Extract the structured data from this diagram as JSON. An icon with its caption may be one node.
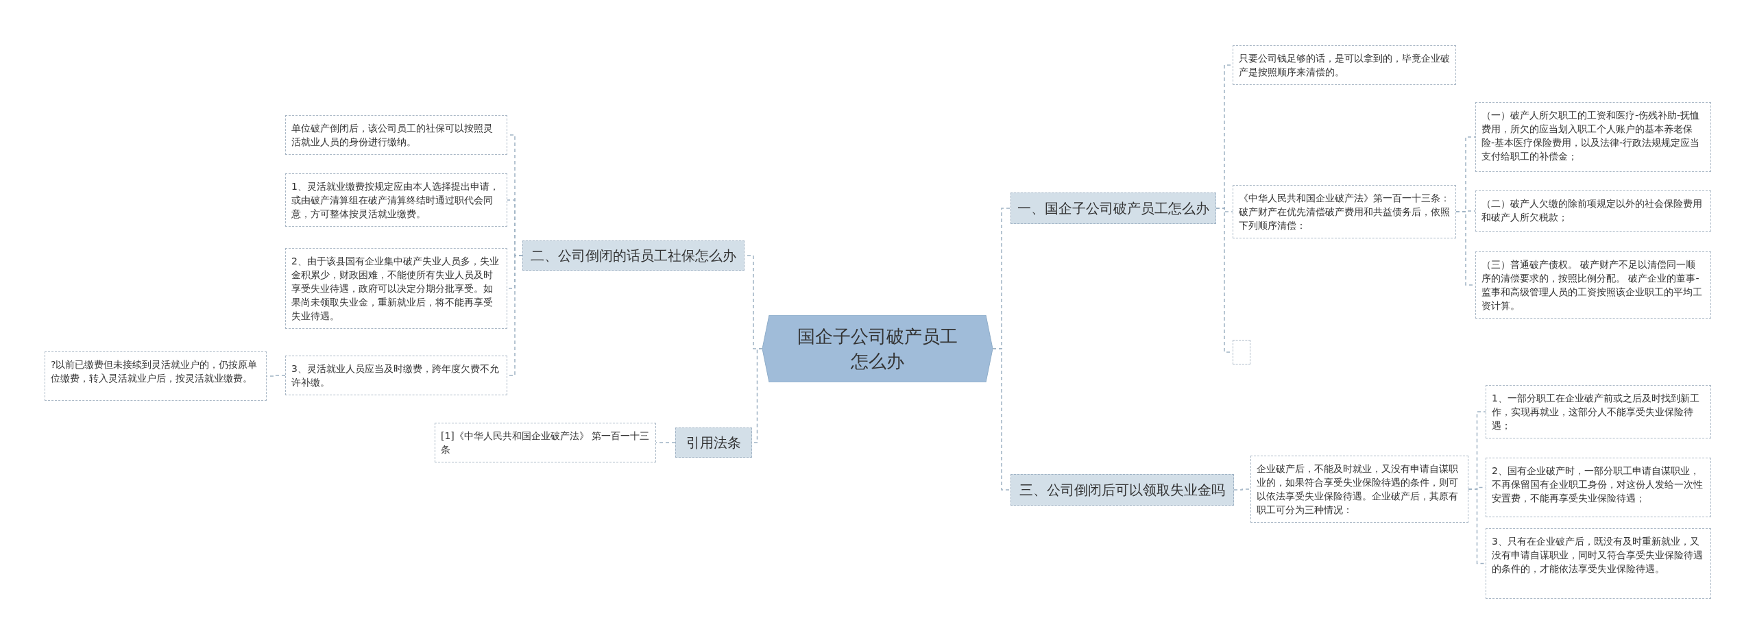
{
  "diagram": {
    "nodes": [
      {
        "text": [
          "国企子公司破产员工怎么办"
        ]
      },
      {
        "text": [
          "一、国企子公司破产员工怎么办"
        ]
      },
      {
        "text": [
          "只要公司钱足够的话，是可以拿到的，毕竟企业破产是按照顺序来清偿的。"
        ]
      },
      {
        "text": [
          "《中华人民共和国企业破产法》第一百一十三条：破产财产在优先清偿破产费用和共益债务后，依照下列顺序清偿："
        ]
      },
      {
        "text": [
          "（一）破产人所欠职工的工资和医疗-伤残补助-抚恤费用，所欠的应当划入职工个人账户的基本养老保险-基本医疗保险费用，以及法律-行政法规规定应当支付给职工的补偿金；"
        ]
      },
      {
        "text": [
          "（二）破产人欠缴的除前项规定以外的社会保险费用和破产人所欠税款；"
        ]
      },
      {
        "text": [
          "（三）普通破产债权。 破产财产不足以清偿同一顺序的清偿要求的，按照比例分配。 破产企业的董事-监事和高级管理人员的工资按照该企业职工的平均工资计算。"
        ]
      },
      {
        "text": [],
        "shape": "box"
      },
      {
        "text": [
          "三、公司倒闭后可以领取失业金吗"
        ]
      },
      {
        "text": [
          "企业破产后，不能及时就业，又没有申请自谋职业的，如果符合享受失业保险待遇的条件，则可以依法享受失业保险待遇。企业破产后，其原有职工可分为三种情况："
        ]
      },
      {
        "text": [
          "1、一部分职工在企业破产前或之后及时找到新工作，实现再就业，这部分人不能享受失业保险待遇；"
        ]
      },
      {
        "text": [
          "2、国有企业破产时，一部分职工申请自谋职业，不再保留国有企业职工身份，对这份人发给一次性安置费，不能再享受失业保险待遇；"
        ]
      },
      {
        "text": [
          "3、只有在企业破产后，既没有及时重新就业，又没有申请自谋职业，同时又符合享受失业保险待遇的条件的，才能依法享受失业保险待遇。"
        ]
      },
      {
        "text": [
          "二、公司倒闭的话员工社保怎么办"
        ]
      },
      {
        "text": [
          "单位破产倒闭后，该公司员工的社保可以按照灵活就业人员的身份进行缴纳。"
        ]
      },
      {
        "text": [
          "1、灵活就业缴费按规定应由本人选择提出申请，或由破产清算组在破产清算终结时通过职代会同意，方可整体按灵活就业缴费。"
        ]
      },
      {
        "text": [
          "2、由于该县国有企业集中破产失业人员多，失业金积累少，财政困难，不能使所有失业人员及时享受失业待遇，政府可以决定分期分批享受。如果尚未领取失业金，重新就业后，将不能再享受失业待遇。"
        ]
      },
      {
        "text": [
          "3、灵活就业人员应当及时缴费，跨年度欠费不允许补缴。"
        ]
      },
      {
        "text": [
          "?以前已缴费但未接续到灵活就业户的，仍按原单位缴费，转入灵活就业户后，按灵活就业缴费。"
        ]
      },
      {
        "text": [
          "引用法条"
        ]
      },
      {
        "text": [
          "[1]《中华人民共和国企业破产法》 第一百一十三条"
        ]
      }
    ],
    "edges": [
      {
        "from": 0,
        "to": 1,
        "arrow": "none",
        "style": "dashed"
      },
      {
        "from": 1,
        "to": 2,
        "arrow": "none",
        "style": "dashed"
      },
      {
        "from": 1,
        "to": 3,
        "arrow": "none",
        "style": "dashed"
      },
      {
        "from": 3,
        "to": 4,
        "arrow": "none",
        "style": "dashed"
      },
      {
        "from": 3,
        "to": 5,
        "arrow": "none",
        "style": "dashed"
      },
      {
        "from": 3,
        "to": 6,
        "arrow": "none",
        "style": "dashed"
      },
      {
        "from": 1,
        "to": 7,
        "arrow": "none",
        "style": "dashed"
      },
      {
        "from": 0,
        "to": 8,
        "arrow": "none",
        "style": "dashed"
      },
      {
        "from": 8,
        "to": 9,
        "arrow": "none",
        "style": "dashed"
      },
      {
        "from": 9,
        "to": 10,
        "arrow": "none",
        "style": "dashed"
      },
      {
        "from": 9,
        "to": 11,
        "arrow": "none",
        "style": "dashed"
      },
      {
        "from": 9,
        "to": 12,
        "arrow": "none",
        "style": "dashed"
      },
      {
        "from": 0,
        "to": 13,
        "arrow": "none",
        "style": "dashed"
      },
      {
        "from": 13,
        "to": 14,
        "arrow": "none",
        "style": "dashed"
      },
      {
        "from": 13,
        "to": 15,
        "arrow": "none",
        "style": "dashed"
      },
      {
        "from": 13,
        "to": 16,
        "arrow": "none",
        "style": "dashed"
      },
      {
        "from": 13,
        "to": 17,
        "arrow": "none",
        "style": "dashed"
      },
      {
        "from": 17,
        "to": 18,
        "arrow": "none",
        "style": "dashed"
      },
      {
        "from": 0,
        "to": 19,
        "arrow": "none",
        "style": "dashed"
      },
      {
        "from": 19,
        "to": 20,
        "arrow": "none",
        "style": "dashed"
      }
    ]
  }
}
